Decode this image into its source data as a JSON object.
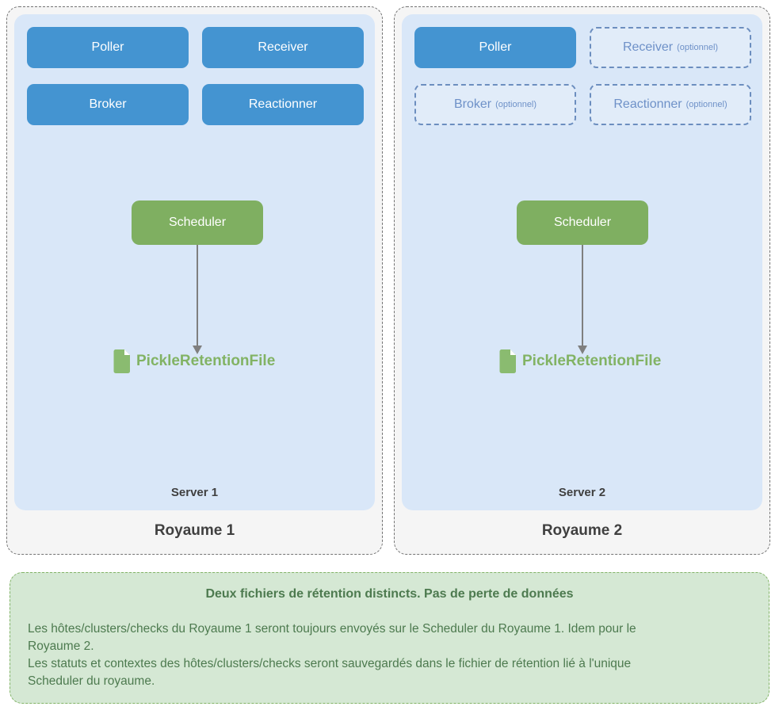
{
  "realms": [
    {
      "royaume_label": "Royaume 1",
      "server_label": "Server 1",
      "components": [
        {
          "label": "Poller"
        },
        {
          "label": "Receiver"
        },
        {
          "label": "Broker"
        },
        {
          "label": "Reactionner"
        }
      ],
      "scheduler_label": "Scheduler",
      "retention_file_label": "PickleRetentionFile"
    },
    {
      "royaume_label": "Royaume 2",
      "server_label": "Server 2",
      "components": [
        {
          "label": "Poller"
        },
        {
          "label": "Receiver",
          "optional_suffix": "(optionnel)"
        },
        {
          "label": "Broker",
          "optional_suffix": "(optionnel)"
        },
        {
          "label": "Reactionner",
          "optional_suffix": "(optionnel)"
        }
      ],
      "scheduler_label": "Scheduler",
      "retention_file_label": "PickleRetentionFile"
    }
  ],
  "note": {
    "title": "Deux fichiers de rétention distincts. Pas de perte de données",
    "lines": [
      "Les hôtes/clusters/checks du Royaume 1 seront toujours envoyés sur le Scheduler du Royaume 1. Idem pour le",
      "Royaume 2.",
      "Les statuts et contextes des hôtes/clusters/checks seront sauvegardés dans le fichier de rétention lié à l'unique",
      "Scheduler du royaume."
    ]
  },
  "colors": {
    "component_blue": "#4494d1",
    "server_panel_blue": "#d9e7f8",
    "dashed_blue": "#6c8ebf",
    "scheduler_green": "#7faf61",
    "file_green": "#8abb70",
    "file_text_green": "#82b364",
    "note_bg": "#d5e8d4",
    "note_border": "#82b366",
    "note_text": "#4d7a4f",
    "arrow_gray": "#7f7f7f",
    "label_gray": "#404040"
  }
}
